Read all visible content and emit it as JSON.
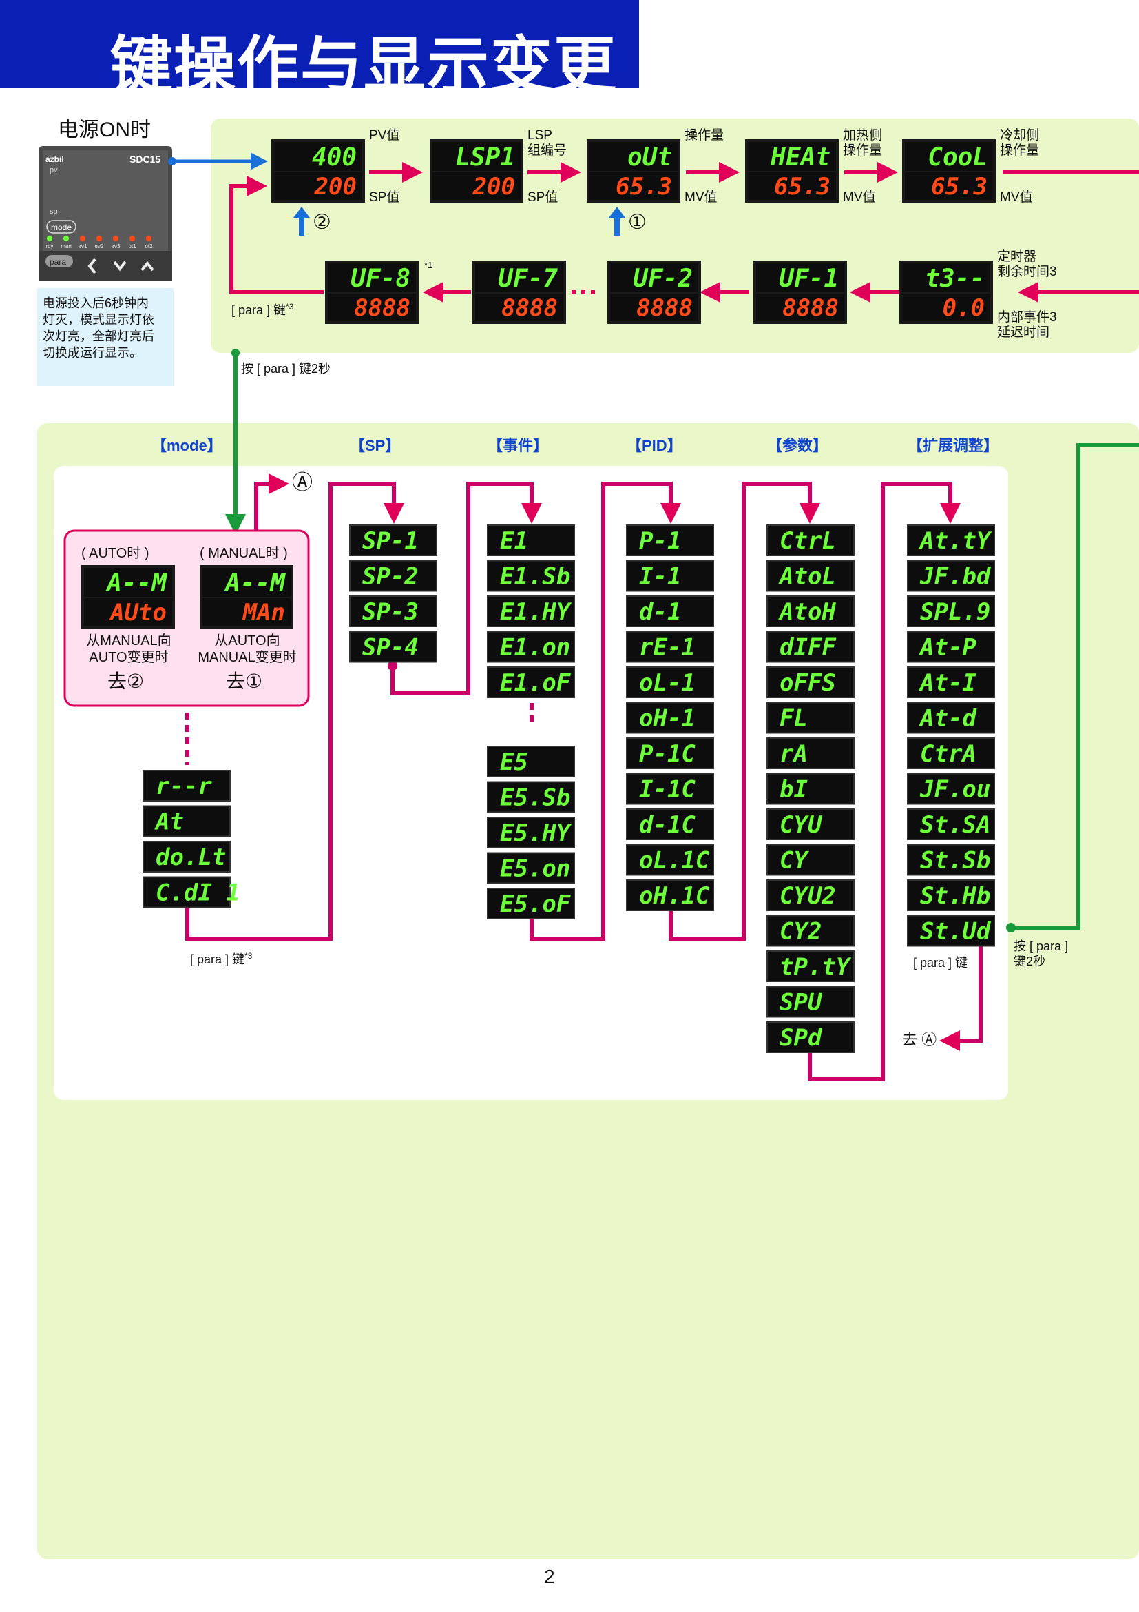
{
  "header": {
    "title": "键操作与显示变更"
  },
  "power_on": {
    "title": "电源ON时",
    "device": {
      "brand": "azbil",
      "model": "SDC15",
      "pv": "pv",
      "sp": "sp",
      "mode_key": "mode",
      "para_key": "para",
      "leds": [
        "rdy",
        "man",
        "ev1",
        "ev2",
        "ev3",
        "ot1",
        "ot2"
      ]
    },
    "note": [
      "电源投入后6秒钟内",
      "灯灭，模式显示灯依",
      "次灯亮，全部灯亮后",
      "切换成运行显示。"
    ]
  },
  "operation": {
    "top_row": [
      {
        "upper": "400",
        "lower": "200",
        "label_upper": "PV值",
        "label_lower": "SP值",
        "marker": "②"
      },
      {
        "upper": "LSP1",
        "lower": "200",
        "label_upper": "LSP\n组编号",
        "label_lower": "SP值"
      },
      {
        "upper": "oUt",
        "lower": "65.3",
        "label_upper": "操作量",
        "label_lower": "MV值",
        "marker": "①"
      },
      {
        "upper": "HEAt",
        "lower": "65.3",
        "label_upper": "加热侧\n操作量",
        "label_lower": "MV值"
      },
      {
        "upper": "CooL",
        "lower": "65.3",
        "label_upper": "冷却侧\n操作量",
        "label_lower": "MV值"
      }
    ],
    "bottom_row": [
      {
        "upper": "UF-8",
        "lower": "8888",
        "note": "*1"
      },
      {
        "upper": "UF-7",
        "lower": "8888"
      },
      {
        "upper": "UF-2",
        "lower": "8888"
      },
      {
        "upper": "UF-1",
        "lower": "8888"
      },
      {
        "upper": "t3--",
        "lower": "0.0",
        "label_upper": "定时器\n剩余时间3",
        "label_lower": "内部事件3\n延迟时间"
      }
    ],
    "para_return": "[ para ] 键",
    "para_return_note": "*3",
    "hold_para": "按 [ para ] 键2秒"
  },
  "settings": {
    "groups": [
      {
        "title": "【mode】"
      },
      {
        "title": "【SP】",
        "items": [
          "SP-1",
          "SP-2",
          "SP-3",
          "SP-4"
        ]
      },
      {
        "title": "【事件】",
        "items": [
          "E1",
          "E1.Sb",
          "E1.HY",
          "E1.on",
          "E1.oF",
          "E5",
          "E5.Sb",
          "E5.HY",
          "E5.on",
          "E5.oF"
        ]
      },
      {
        "title": "【PID】",
        "items": [
          "P-1",
          "I-1",
          "d-1",
          "rE-1",
          "oL-1",
          "oH-1",
          "P-1C",
          "I-1C",
          "d-1C",
          "oL.1C",
          "oH.1C"
        ]
      },
      {
        "title": "【参数】",
        "items": [
          "CtrL",
          "AtoL",
          "AtoH",
          "dIFF",
          "oFFS",
          "FL",
          "rA",
          "bI",
          "CYU",
          "CY",
          "CYU2",
          "CY2",
          "tP.tY",
          "SPU",
          "SPd"
        ]
      },
      {
        "title": "【扩展调整】",
        "items": [
          "At.tY",
          "JF.bd",
          "SPL.9",
          "At-P",
          "At-I",
          "At-d",
          "CtrA",
          "JF.ou",
          "St.SA",
          "St.Sb",
          "St.Hb",
          "St.Ud"
        ]
      }
    ],
    "mode_box": {
      "auto": {
        "title": "( AUTO时 )",
        "upper": "A--M",
        "lower": "AUto",
        "caption": [
          "从MANUAL向",
          "AUTO变更时"
        ],
        "goto": "去②"
      },
      "manual": {
        "title": "( MANUAL时 )",
        "upper": "A--M",
        "lower": "MAn",
        "caption": [
          "从AUTO向",
          "MANUAL变更时"
        ],
        "goto": "去①"
      }
    },
    "mode_items": [
      "r--r",
      "At",
      "do.Lt",
      "C.dI 1"
    ],
    "para_key_mode": "[ para ] 键",
    "para_key_mode_note": "*3",
    "marker_a": "Ⓐ",
    "goto_a": "去 Ⓐ",
    "para_key_ext": "[ para ] 键",
    "hold_para_ext": [
      "按 [ para ]",
      "键2秒"
    ]
  },
  "page_number": "2",
  "colors": {
    "header_blue": "#0a1fb4",
    "panel_green": "#eaf7c9",
    "arrow_pink": "#e0005a",
    "arrow_blue": "#1a6fd8",
    "arrow_green": "#1a9a3a",
    "lcd_green": "#6dff3a",
    "lcd_red": "#ff4a1a",
    "lcd_bg": "#0d0d0d",
    "mode_box": "#ffe0ef"
  }
}
